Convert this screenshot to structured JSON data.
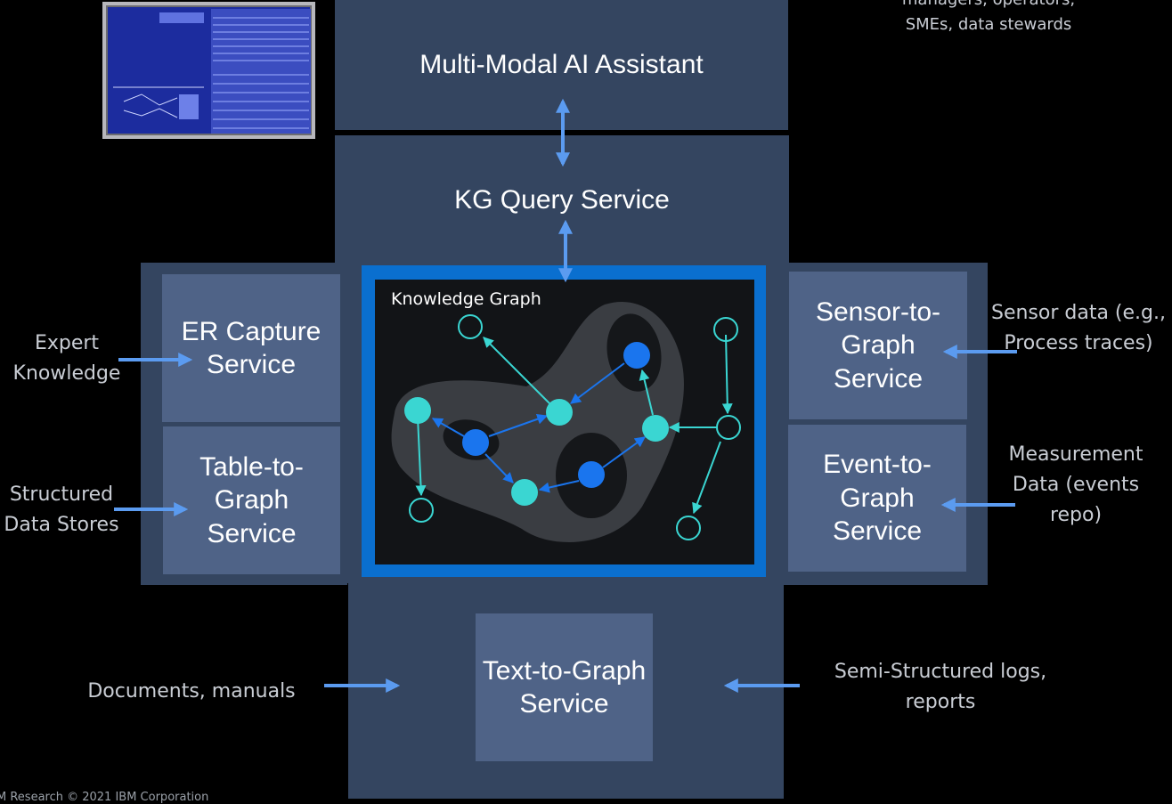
{
  "thumbnail": {
    "icon": "screenshot-thumbnail"
  },
  "audience": {
    "text": "managers, operators,\nSMEs, data stewards"
  },
  "assistant": {
    "label": "Multi-Modal AI Assistant"
  },
  "query_service": {
    "label": "KG Query Service"
  },
  "knowledge_graph": {
    "title": "Knowledge Graph"
  },
  "services": {
    "er_capture": "ER Capture\nService",
    "table_to_graph": "Table-to-\nGraph\nService",
    "sensor_to_graph": "Sensor-to-\nGraph\nService",
    "event_to_graph": "Event-to-\nGraph\nService",
    "text_to_graph": "Text-to-Graph\nService"
  },
  "sources": {
    "expert_knowledge": "Expert\nKnowledge",
    "structured_data": "Structured\nData Stores",
    "sensor_data": "Sensor data (e.g.,\nProcess traces)",
    "measurement_data": "Measurement\nData (events\nrepo)",
    "documents": "Documents, manuals",
    "semi_structured": "Semi-Structured logs,\nreports"
  },
  "footer": {
    "text": "M Research   © 2021 IBM Corporation"
  },
  "colors": {
    "background": "#000000",
    "panel": "#344560",
    "service_box": "#4f6387",
    "arrow": "#5b9bf0",
    "graph_frame": "#0a6fcf",
    "node_teal": "#3ad6d2",
    "node_blue": "#1a75ee"
  }
}
